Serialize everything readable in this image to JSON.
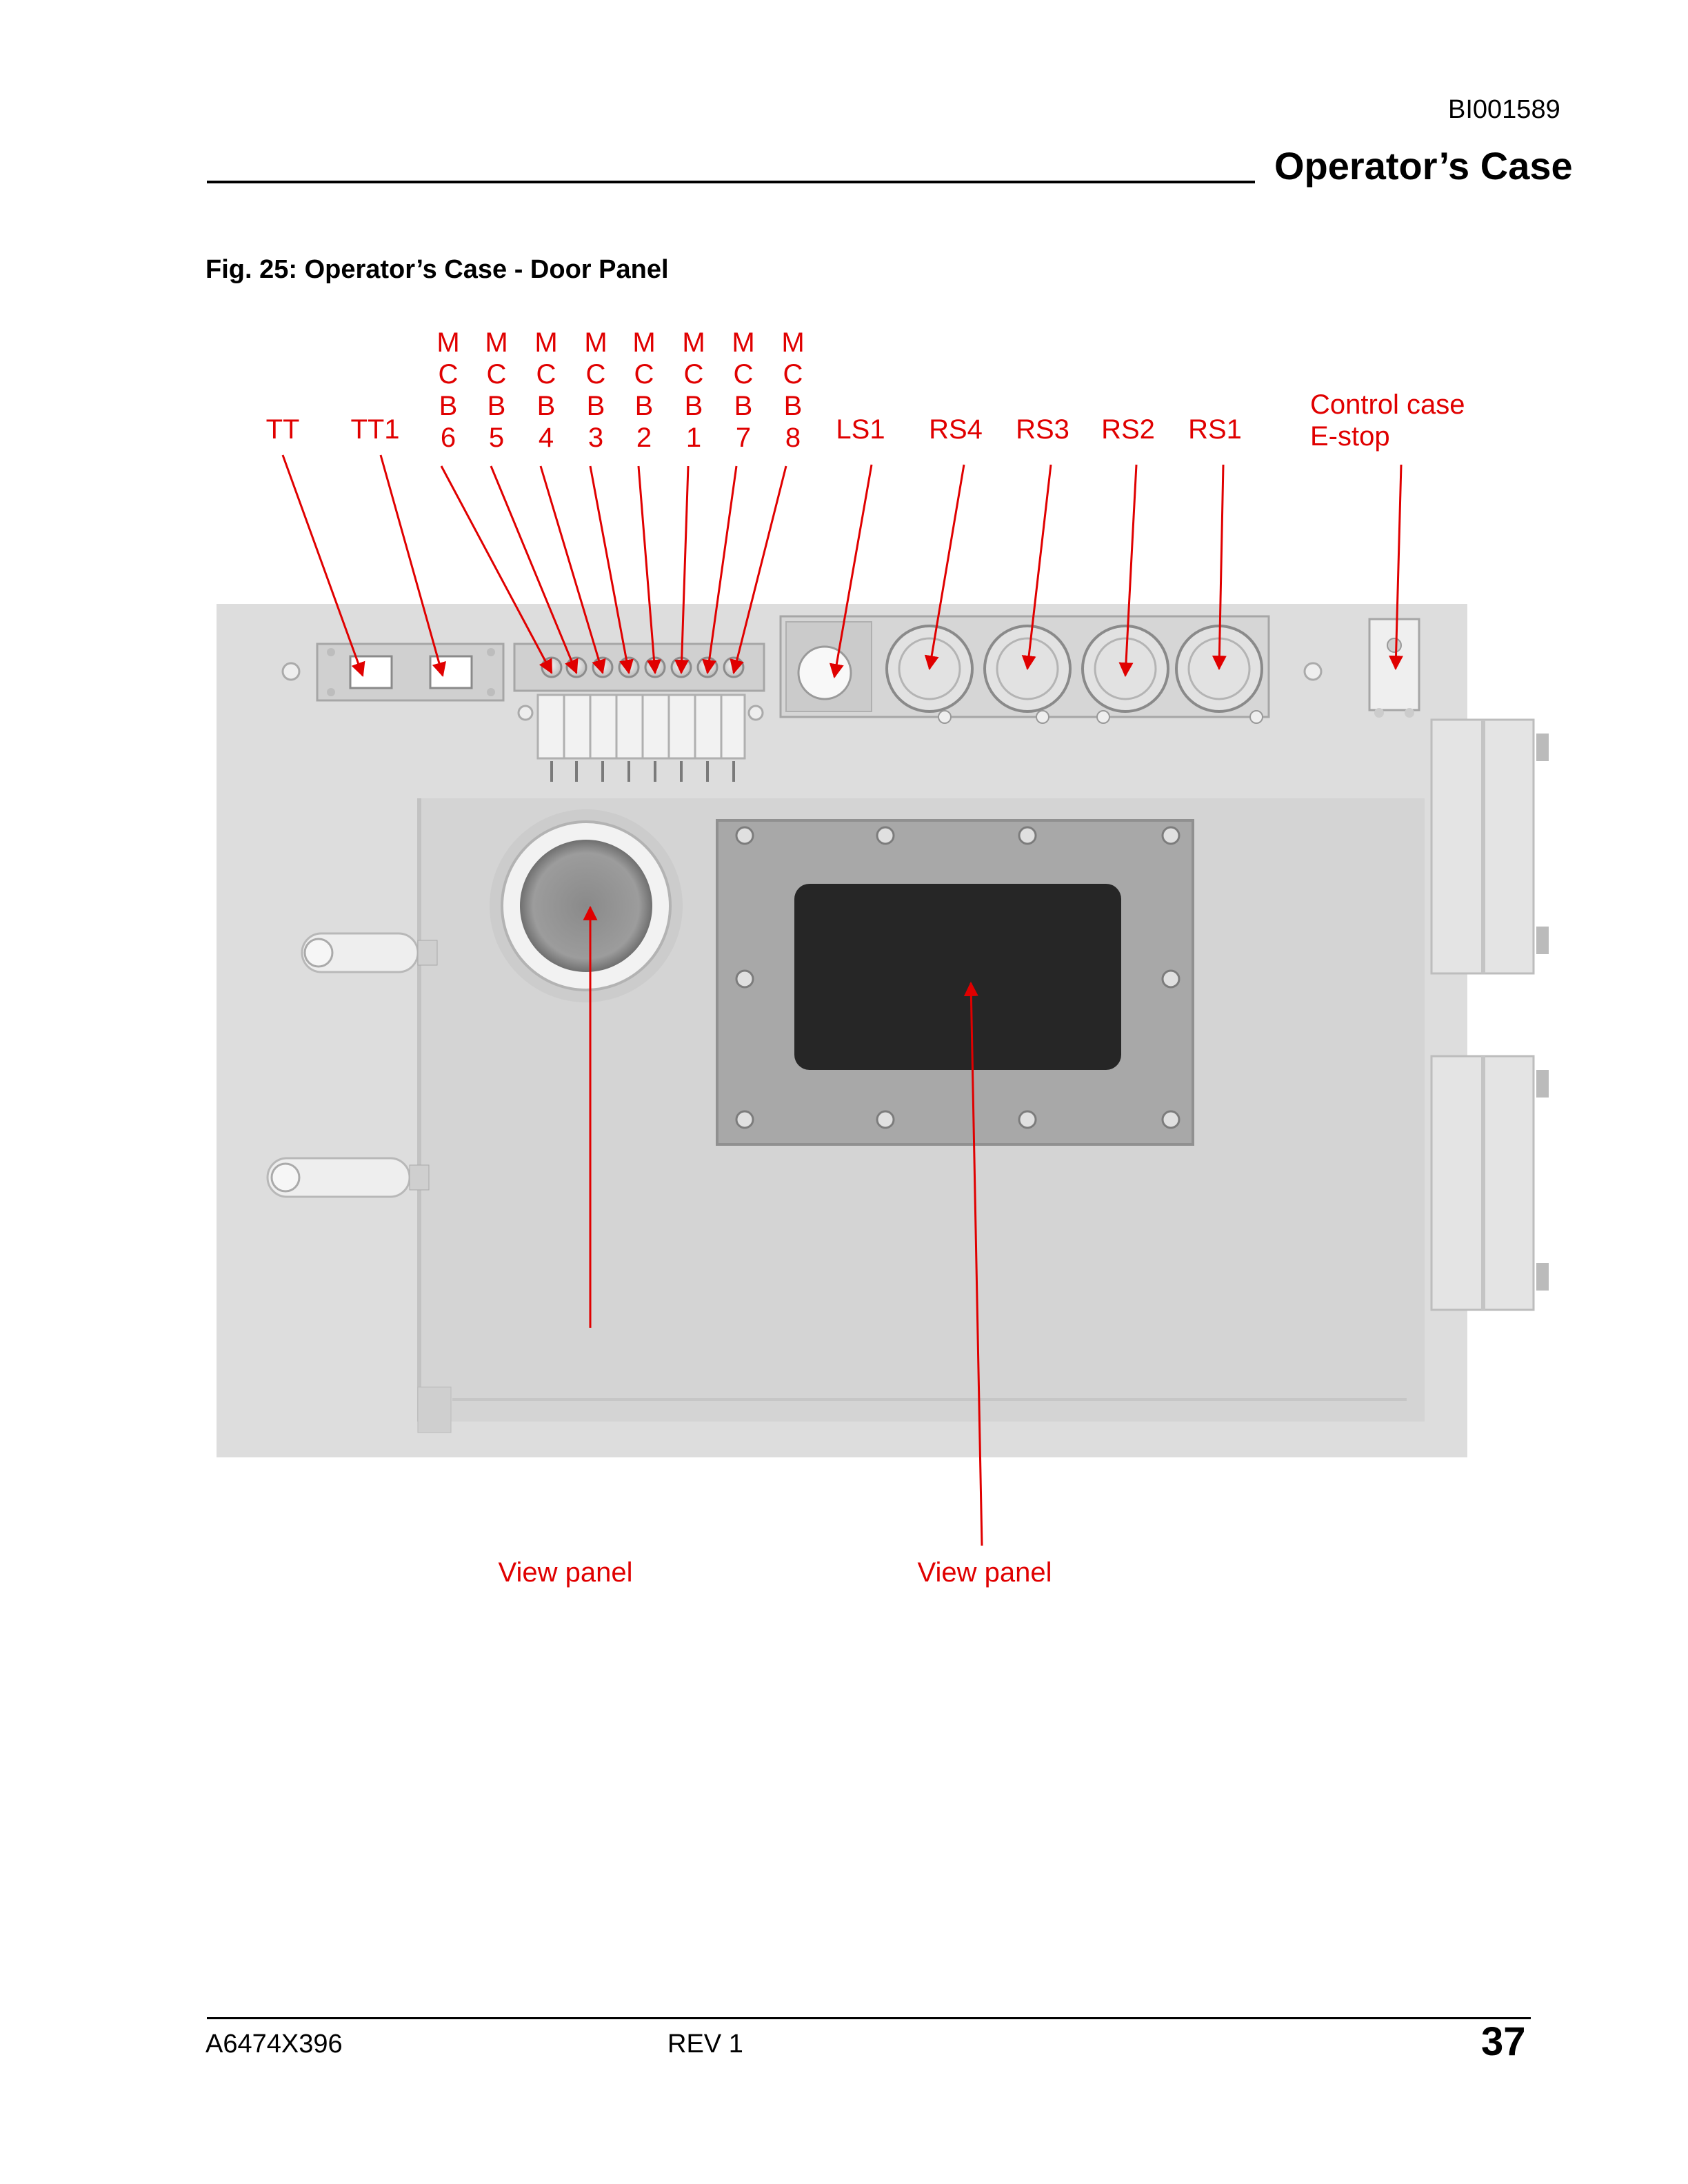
{
  "header": {
    "doc_id": "BI001589",
    "section_title": "Operator’s Case"
  },
  "figure": {
    "caption": "Fig. 25:  Operator’s Case - Door Panel",
    "labels": {
      "tt": "TT",
      "tt1": "TT1",
      "mcb_letters": [
        "M",
        "C",
        "B"
      ],
      "mcb_numbers": [
        "6",
        "5",
        "4",
        "3",
        "2",
        "1",
        "7",
        "8"
      ],
      "ls1": "LS1",
      "rs4": "RS4",
      "rs3": "RS3",
      "rs2": "RS2",
      "rs1": "RS1",
      "estop_line1": "Control case",
      "estop_line2": "E-stop",
      "view_panel_left": "View panel",
      "view_panel_right": "View panel"
    },
    "colors": {
      "callout": "#e00000",
      "panel": "#dddddd",
      "recess": "#d3d3d3",
      "screen": "#262626"
    }
  },
  "footer": {
    "doc_number": "A6474X396",
    "revision": "REV 1",
    "page_number": "37"
  }
}
